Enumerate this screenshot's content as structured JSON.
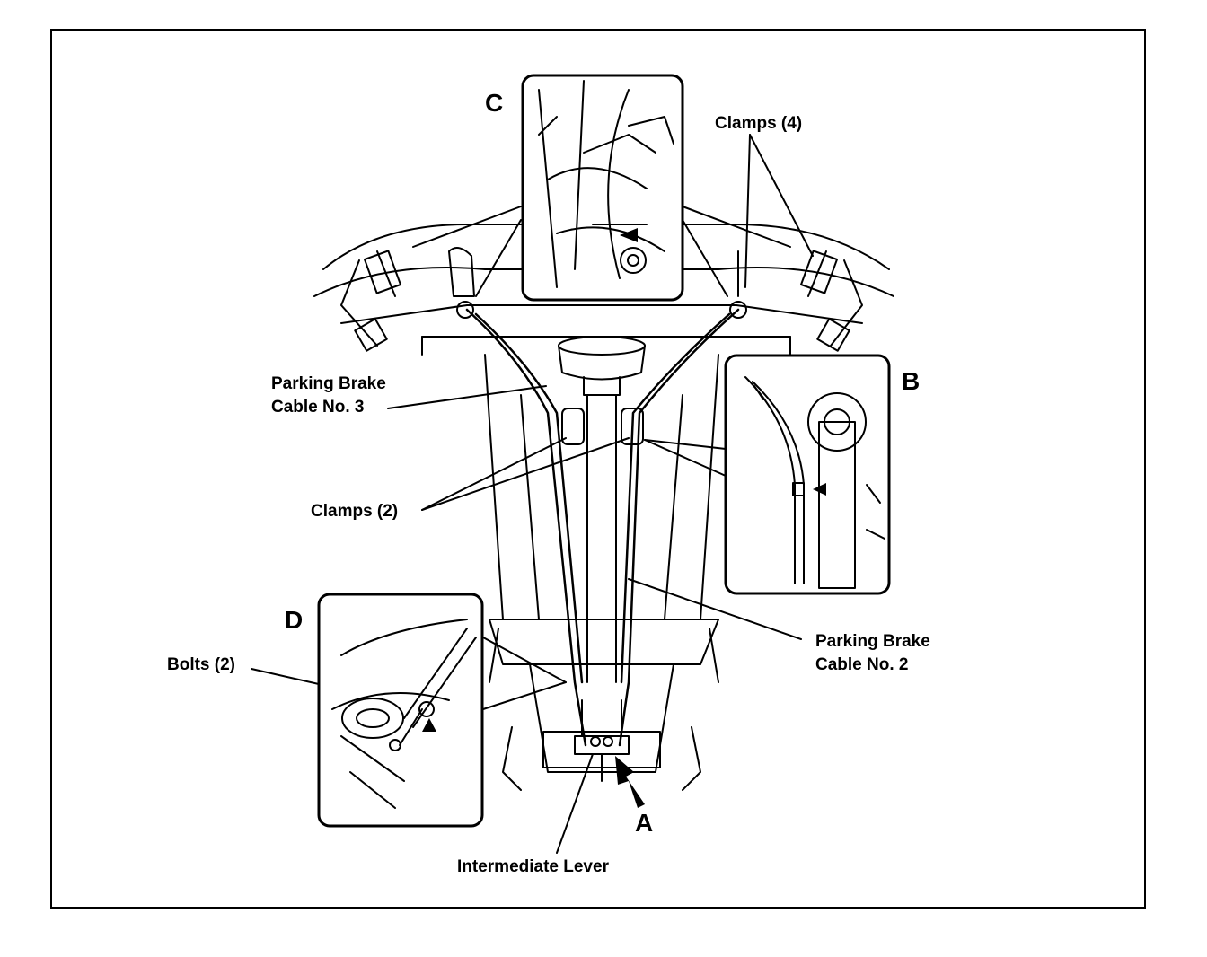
{
  "labels": {
    "clamps_top": "Clamps (4)",
    "cable3_line1": "Parking Brake",
    "cable3_line2": "Cable No. 3",
    "clamps_mid": "Clamps (2)",
    "cable2_line1": "Parking Brake",
    "cable2_line2": "Cable No. 2",
    "bolts": "Bolts (2)",
    "intermediate_lever": "Intermediate Lever"
  },
  "callouts": {
    "a": "A",
    "b": "B",
    "c": "C",
    "d": "D"
  },
  "colors": {
    "ink": "#000000",
    "paper": "#ffffff"
  }
}
